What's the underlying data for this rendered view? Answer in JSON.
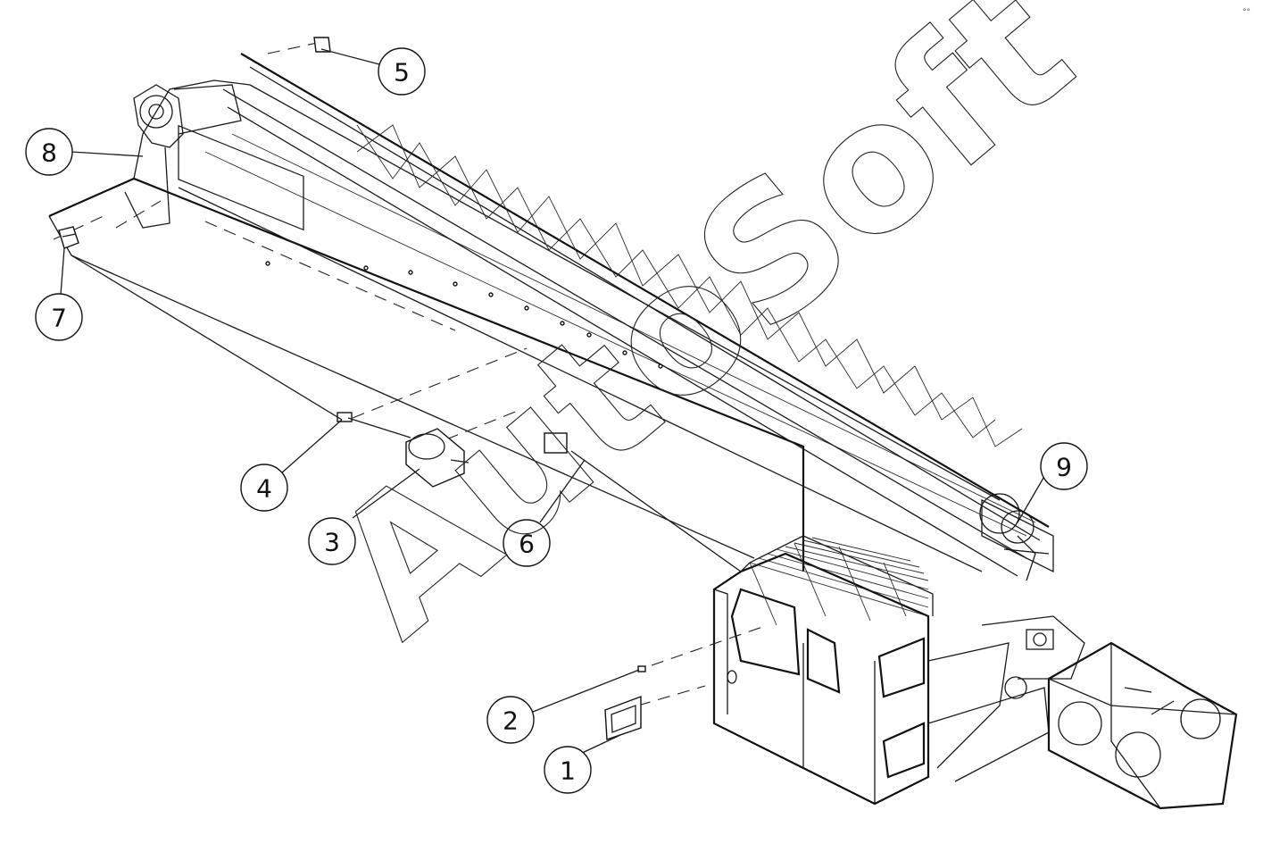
{
  "callouts": [
    "1",
    "2",
    "3",
    "4",
    "5",
    "6",
    "7",
    "8",
    "9"
  ],
  "watermark": "AutoSoft",
  "corner_mark": "°°"
}
